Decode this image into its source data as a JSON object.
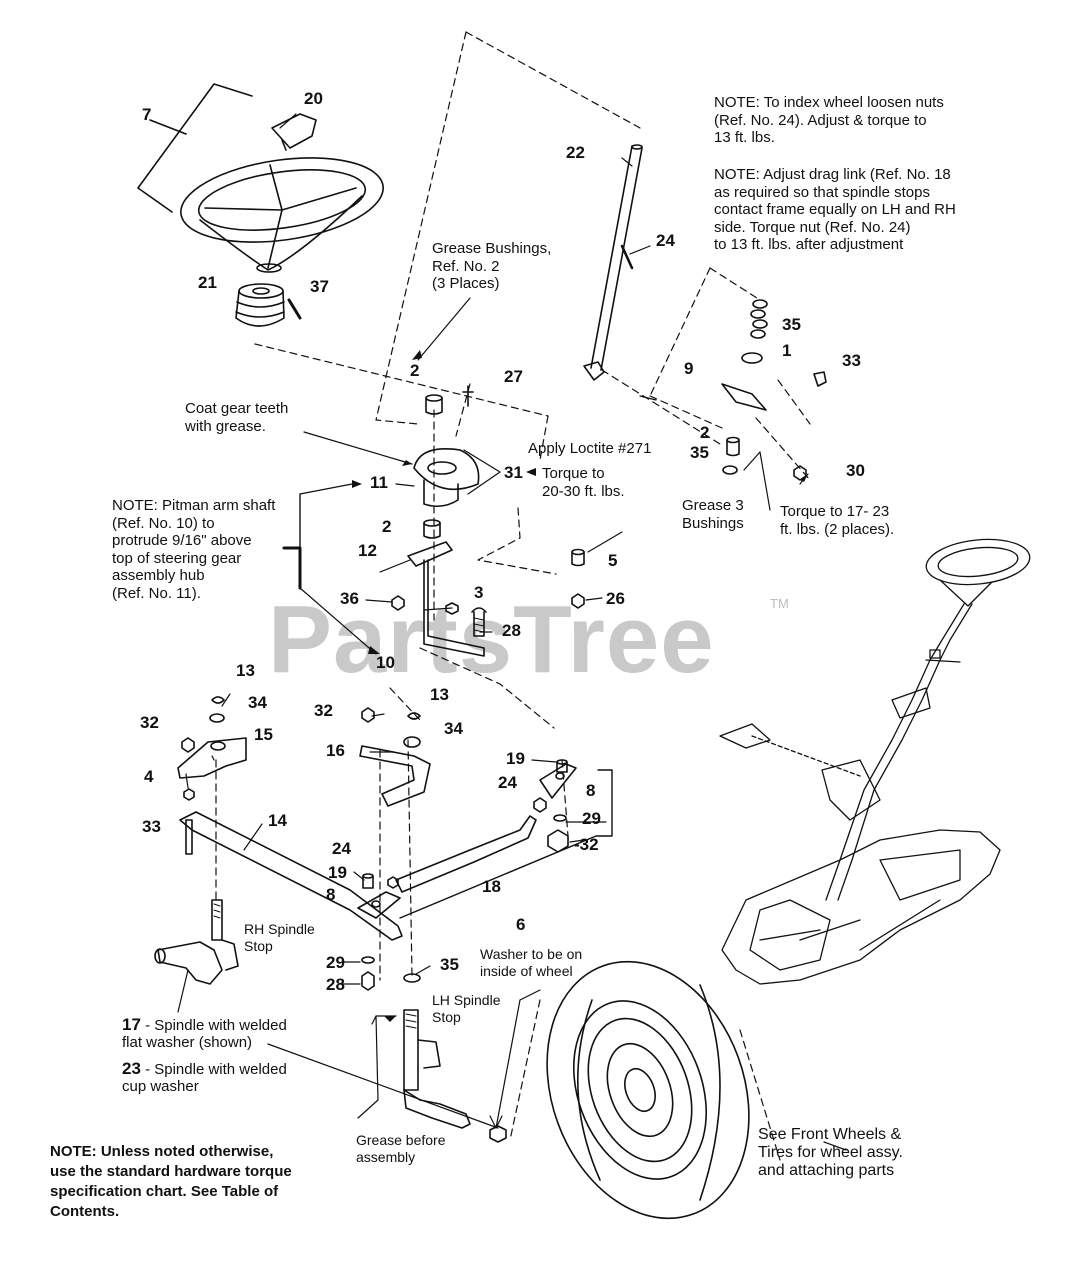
{
  "watermark": {
    "brand": "PartsTree",
    "trademark": "TM"
  },
  "callouts": {
    "n7": "7",
    "n20": "20",
    "n21": "21",
    "n37": "37",
    "n22": "22",
    "n24a": "24",
    "n2a": "2",
    "n27": "27",
    "n11": "11",
    "n31": "31",
    "n2b": "2",
    "n12": "12",
    "n36": "36",
    "n3": "3",
    "n28a": "28",
    "n10": "10",
    "n5": "5",
    "n26": "26",
    "n35a": "35",
    "n1": "1",
    "n33a": "33",
    "n9": "9",
    "n2c": "2",
    "n35b": "35",
    "n30": "30",
    "n13a": "13",
    "n34a": "34",
    "n32a": "32",
    "n15": "15",
    "n4": "4",
    "n33b": "33",
    "n14": "14",
    "n32b": "32",
    "n13b": "13",
    "n34b": "34",
    "n16": "16",
    "n19a": "19",
    "n24b": "24",
    "n8a": "8",
    "n29a": "29",
    "n32c": "-32",
    "n24c": "24",
    "n19b": "19",
    "n8b": "8",
    "n18": "18",
    "n6": "6",
    "n29b": "29",
    "n28b": "28",
    "n35c": "35"
  },
  "notes": {
    "index_wheel": "NOTE: To index wheel loosen nuts\n(Ref. No. 24). Adjust & torque to\n13 ft. lbs.",
    "drag_link": "NOTE: Adjust drag link (Ref. No. 18\nas required so that spindle stops\ncontact frame equally on LH and RH\nside. Torque nut (Ref. No. 24)\nto 13 ft. lbs. after adjustment",
    "grease_bushings": "Grease Bushings,\nRef. No. 2\n(3 Places)",
    "coat_gear": "Coat gear teeth\nwith grease.",
    "loctite": "Apply Loctite #271",
    "torque_20_30": "Torque to\n20-30 ft. lbs.",
    "pitman": "NOTE: Pitman arm shaft\n(Ref. No. 10) to\nprotrude 9/16\" above\ntop of steering gear\nassembly hub\n(Ref. No. 11).",
    "grease_3": "Grease 3\nBushings",
    "torque_17_23": "Torque to 17- 23\nft. lbs. (2 places).",
    "rh_stop": "RH Spindle\nStop",
    "lh_stop": "LH Spindle\nStop",
    "washer_inside": "Washer to be on\ninside of wheel",
    "spindle_17_num": "17",
    "spindle_17_text": " - Spindle with welded\nflat washer (shown)",
    "spindle_23_num": "23",
    "spindle_23_text": " - Spindle with welded\ncup washer",
    "grease_before": "Grease before\nassembly",
    "see_front_wheels": "See Front Wheels &\nTires for wheel assy.\nand attaching parts",
    "bottom_note": "NOTE: Unless noted otherwise,\nuse the standard hardware torque\nspecification chart. See Table of\nContents."
  }
}
